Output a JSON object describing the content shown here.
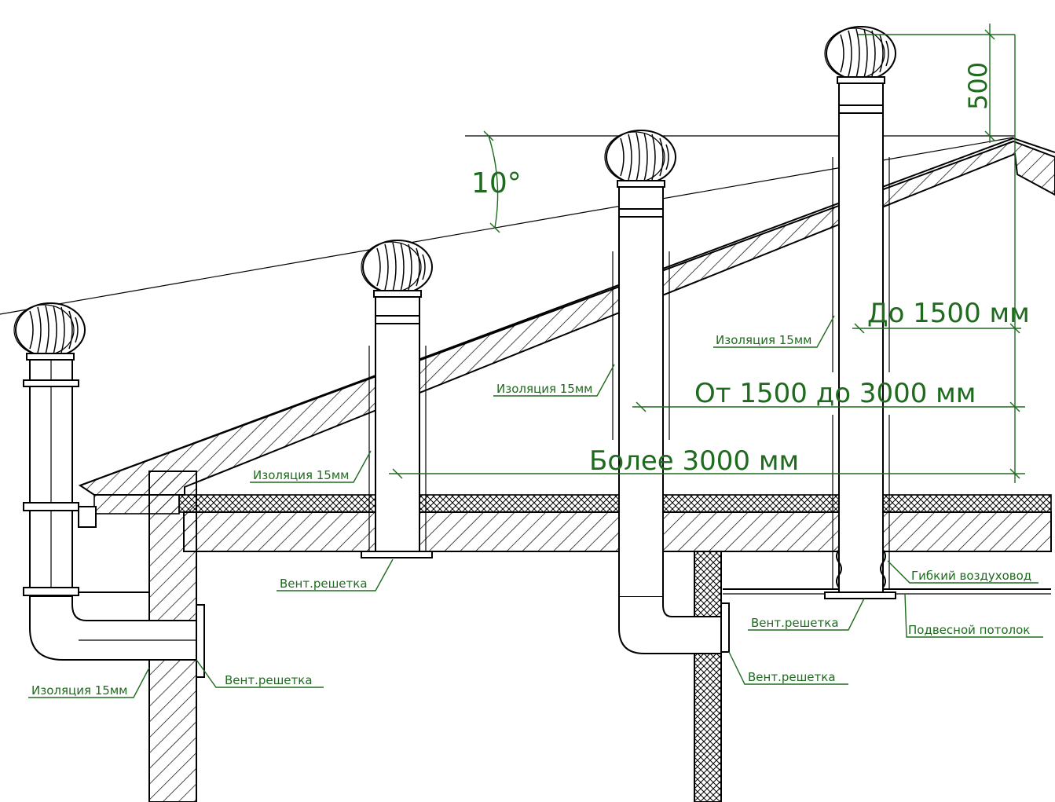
{
  "labels": {
    "angle": "10°",
    "height": "500",
    "dim_short": "До 1500 мм",
    "dim_medium": "От 1500 до 3000 мм",
    "dim_long": "Более 3000 мм",
    "insulation_1": "Изоляция 15мм",
    "insulation_2": "Изоляция 15мм",
    "insulation_3": "Изоляция 15мм",
    "insulation_4": "Изоляция 15мм",
    "grille_1": "Вент.решетка",
    "grille_2": "Вент.решетка",
    "grille_3": "Вент.решетка",
    "grille_4": "Вент.решетка",
    "flex_duct": "Гибкий воздуховод",
    "ceiling": "Подвесной потолок"
  },
  "colors": {
    "line": "#000000",
    "dimension": "#1e6b1e",
    "background": "#ffffff"
  },
  "icons": [
    "turbine-deflector-icon"
  ]
}
